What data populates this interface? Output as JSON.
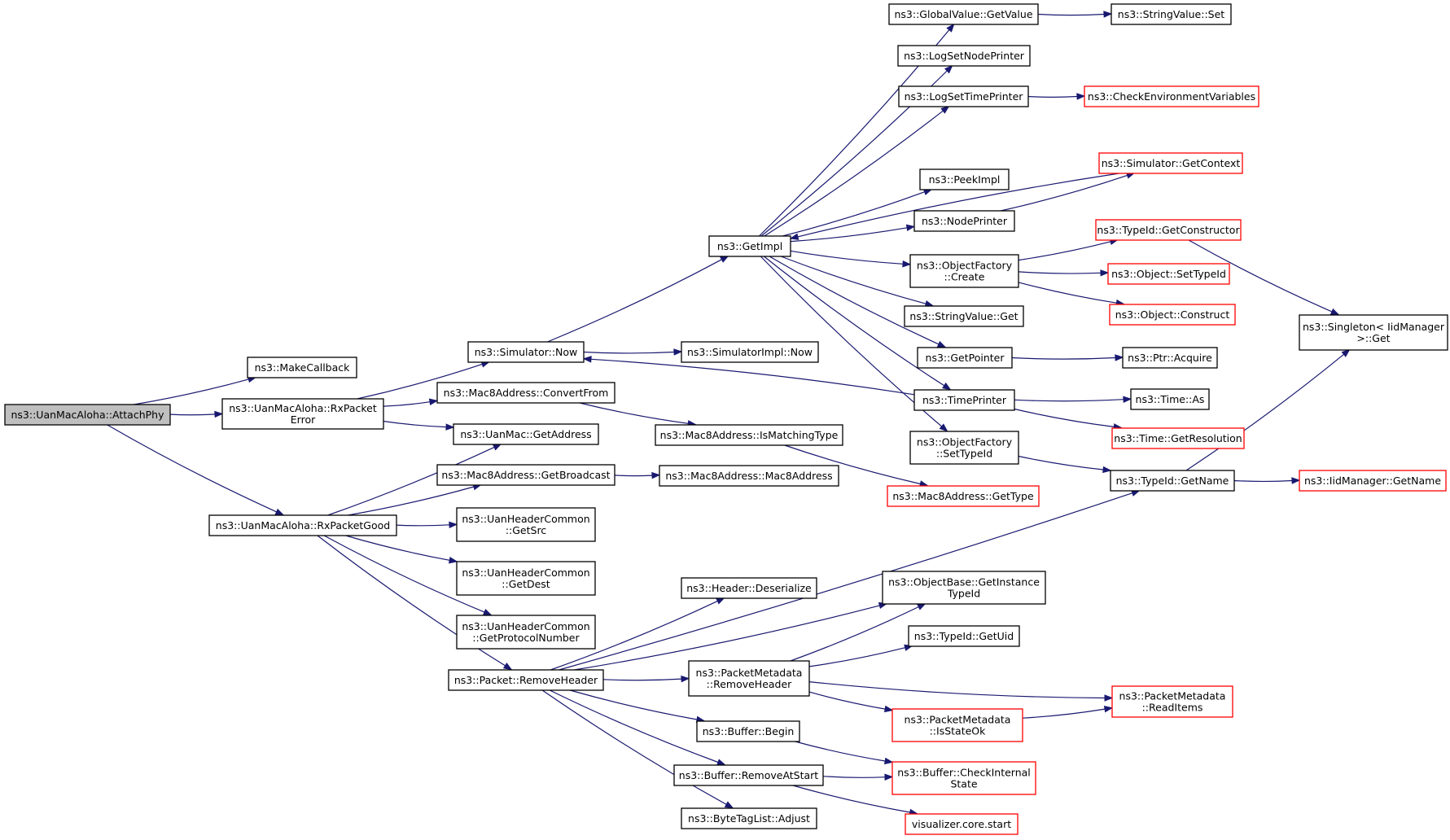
{
  "colors": {
    "edge": "#191970",
    "node_border": "#000000",
    "node_border_truncated": "#ff0000",
    "root_fill": "#bfbfbf",
    "node_fill": "#ffffff"
  },
  "nodes": [
    {
      "id": "root",
      "lines": [
        "ns3::UanMacAloha::AttachPhy"
      ],
      "style": "root"
    },
    {
      "id": "makecb",
      "lines": [
        "ns3::MakeCallback"
      ],
      "style": "normal"
    },
    {
      "id": "rxerr",
      "lines": [
        "ns3::UanMacAloha::RxPacket",
        "Error"
      ],
      "style": "normal"
    },
    {
      "id": "rxgood",
      "lines": [
        "ns3::UanMacAloha::RxPacketGood"
      ],
      "style": "normal"
    },
    {
      "id": "simnow",
      "lines": [
        "ns3::Simulator::Now"
      ],
      "style": "normal"
    },
    {
      "id": "convfrom",
      "lines": [
        "ns3::Mac8Address::ConvertFrom"
      ],
      "style": "normal"
    },
    {
      "id": "uangetaddr",
      "lines": [
        "ns3::UanMac::GetAddress"
      ],
      "style": "normal"
    },
    {
      "id": "getbcast",
      "lines": [
        "ns3::Mac8Address::GetBroadcast"
      ],
      "style": "normal"
    },
    {
      "id": "getsrc",
      "lines": [
        "ns3::UanHeaderCommon",
        "::GetSrc"
      ],
      "style": "normal"
    },
    {
      "id": "getdest",
      "lines": [
        "ns3::UanHeaderCommon",
        "::GetDest"
      ],
      "style": "normal"
    },
    {
      "id": "getproto",
      "lines": [
        "ns3::UanHeaderCommon",
        "::GetProtocolNumber"
      ],
      "style": "normal"
    },
    {
      "id": "removehdr",
      "lines": [
        "ns3::Packet::RemoveHeader"
      ],
      "style": "normal"
    },
    {
      "id": "getimpl",
      "lines": [
        "ns3::GetImpl"
      ],
      "style": "normal"
    },
    {
      "id": "simimplnow",
      "lines": [
        "ns3::SimulatorImpl::Now"
      ],
      "style": "normal"
    },
    {
      "id": "ismatch",
      "lines": [
        "ns3::Mac8Address::IsMatchingType"
      ],
      "style": "normal"
    },
    {
      "id": "mac8ctor",
      "lines": [
        "ns3::Mac8Address::Mac8Address"
      ],
      "style": "normal"
    },
    {
      "id": "mac8gettype",
      "lines": [
        "ns3::Mac8Address::GetType"
      ],
      "style": "truncated"
    },
    {
      "id": "hdrdeser",
      "lines": [
        "ns3::Header::Deserialize"
      ],
      "style": "normal"
    },
    {
      "id": "pmremove",
      "lines": [
        "ns3::PacketMetadata",
        "::RemoveHeader"
      ],
      "style": "normal"
    },
    {
      "id": "bufbegin",
      "lines": [
        "ns3::Buffer::Begin"
      ],
      "style": "normal"
    },
    {
      "id": "bufremstart",
      "lines": [
        "ns3::Buffer::RemoveAtStart"
      ],
      "style": "normal"
    },
    {
      "id": "btladjust",
      "lines": [
        "ns3::ByteTagList::Adjust"
      ],
      "style": "normal"
    },
    {
      "id": "gvgetvalue",
      "lines": [
        "ns3::GlobalValue::GetValue"
      ],
      "style": "normal"
    },
    {
      "id": "logsetnode",
      "lines": [
        "ns3::LogSetNodePrinter"
      ],
      "style": "normal"
    },
    {
      "id": "logsettime",
      "lines": [
        "ns3::LogSetTimePrinter"
      ],
      "style": "normal"
    },
    {
      "id": "peekimpl",
      "lines": [
        "ns3::PeekImpl"
      ],
      "style": "normal"
    },
    {
      "id": "nodeprinter",
      "lines": [
        "ns3::NodePrinter"
      ],
      "style": "normal"
    },
    {
      "id": "ofcreate",
      "lines": [
        "ns3::ObjectFactory",
        "::Create"
      ],
      "style": "normal"
    },
    {
      "id": "svget",
      "lines": [
        "ns3::StringValue::Get"
      ],
      "style": "normal"
    },
    {
      "id": "getpointer",
      "lines": [
        "ns3::GetPointer"
      ],
      "style": "normal"
    },
    {
      "id": "timeprinter",
      "lines": [
        "ns3::TimePrinter"
      ],
      "style": "normal"
    },
    {
      "id": "ofsettype",
      "lines": [
        "ns3::ObjectFactory",
        "::SetTypeId"
      ],
      "style": "normal"
    },
    {
      "id": "obgetinst",
      "lines": [
        "ns3::ObjectBase::GetInstance",
        "TypeId"
      ],
      "style": "normal"
    },
    {
      "id": "tidgetuid",
      "lines": [
        "ns3::TypeId::GetUid"
      ],
      "style": "normal"
    },
    {
      "id": "pmisok",
      "lines": [
        "ns3::PacketMetadata",
        "::IsStateOk"
      ],
      "style": "truncated"
    },
    {
      "id": "bufcheck",
      "lines": [
        "ns3::Buffer::CheckInternal",
        "State"
      ],
      "style": "truncated"
    },
    {
      "id": "vizstart",
      "lines": [
        "visualizer.core.start"
      ],
      "style": "truncated"
    },
    {
      "id": "svset",
      "lines": [
        "ns3::StringValue::Set"
      ],
      "style": "normal"
    },
    {
      "id": "checkenv",
      "lines": [
        "ns3::CheckEnvironmentVariables"
      ],
      "style": "truncated"
    },
    {
      "id": "simgetctx",
      "lines": [
        "ns3::Simulator::GetContext"
      ],
      "style": "truncated"
    },
    {
      "id": "tidgetctor",
      "lines": [
        "ns3::TypeId::GetConstructor"
      ],
      "style": "truncated"
    },
    {
      "id": "objsettype",
      "lines": [
        "ns3::Object::SetTypeId"
      ],
      "style": "truncated"
    },
    {
      "id": "objconstruct",
      "lines": [
        "ns3::Object::Construct"
      ],
      "style": "truncated"
    },
    {
      "id": "ptracquire",
      "lines": [
        "ns3::Ptr::Acquire"
      ],
      "style": "normal"
    },
    {
      "id": "timeas",
      "lines": [
        "ns3::Time::As"
      ],
      "style": "normal"
    },
    {
      "id": "timegetres",
      "lines": [
        "ns3::Time::GetResolution"
      ],
      "style": "truncated"
    },
    {
      "id": "tidgetname",
      "lines": [
        "ns3::TypeId::GetName"
      ],
      "style": "normal"
    },
    {
      "id": "pmreaditems",
      "lines": [
        "ns3::PacketMetadata",
        "::ReadItems"
      ],
      "style": "truncated"
    },
    {
      "id": "singleton",
      "lines": [
        "ns3::Singleton< IidManager",
        ">::Get"
      ],
      "style": "normal"
    },
    {
      "id": "iidgetname",
      "lines": [
        "ns3::IidManager::GetName"
      ],
      "style": "truncated"
    }
  ],
  "edges": [
    [
      "root",
      "makecb"
    ],
    [
      "root",
      "rxerr"
    ],
    [
      "root",
      "rxgood"
    ],
    [
      "rxerr",
      "simnow"
    ],
    [
      "rxerr",
      "convfrom"
    ],
    [
      "rxerr",
      "uangetaddr"
    ],
    [
      "rxgood",
      "uangetaddr"
    ],
    [
      "rxgood",
      "getbcast"
    ],
    [
      "rxgood",
      "getsrc"
    ],
    [
      "rxgood",
      "getdest"
    ],
    [
      "rxgood",
      "getproto"
    ],
    [
      "rxgood",
      "removehdr"
    ],
    [
      "simnow",
      "getimpl"
    ],
    [
      "simnow",
      "simimplnow"
    ],
    [
      "convfrom",
      "ismatch"
    ],
    [
      "ismatch",
      "mac8gettype"
    ],
    [
      "getbcast",
      "mac8ctor"
    ],
    [
      "removehdr",
      "tidgetname"
    ],
    [
      "removehdr",
      "hdrdeser"
    ],
    [
      "removehdr",
      "obgetinst"
    ],
    [
      "removehdr",
      "pmremove"
    ],
    [
      "removehdr",
      "bufbegin"
    ],
    [
      "removehdr",
      "bufremstart"
    ],
    [
      "removehdr",
      "btladjust"
    ],
    [
      "getimpl",
      "gvgetvalue"
    ],
    [
      "getimpl",
      "logsetnode"
    ],
    [
      "getimpl",
      "logsettime"
    ],
    [
      "getimpl",
      "peekimpl"
    ],
    [
      "getimpl",
      "nodeprinter"
    ],
    [
      "getimpl",
      "ofcreate"
    ],
    [
      "getimpl",
      "svget"
    ],
    [
      "getimpl",
      "getpointer"
    ],
    [
      "getimpl",
      "timeprinter"
    ],
    [
      "getimpl",
      "ofsettype"
    ],
    [
      "simgetctx",
      "getimpl"
    ],
    [
      "timeprinter",
      "simnow"
    ],
    [
      "gvgetvalue",
      "svset"
    ],
    [
      "logsettime",
      "checkenv"
    ],
    [
      "nodeprinter",
      "simgetctx"
    ],
    [
      "ofcreate",
      "tidgetctor"
    ],
    [
      "ofcreate",
      "objsettype"
    ],
    [
      "ofcreate",
      "objconstruct"
    ],
    [
      "getpointer",
      "ptracquire"
    ],
    [
      "timeprinter",
      "timeas"
    ],
    [
      "timeprinter",
      "timegetres"
    ],
    [
      "ofsettype",
      "tidgetname"
    ],
    [
      "tidgetctor",
      "singleton"
    ],
    [
      "tidgetname",
      "singleton"
    ],
    [
      "tidgetname",
      "iidgetname"
    ],
    [
      "pmremove",
      "obgetinst"
    ],
    [
      "pmremove",
      "tidgetuid"
    ],
    [
      "pmremove",
      "pmisok"
    ],
    [
      "pmremove",
      "pmreaditems"
    ],
    [
      "pmisok",
      "pmreaditems"
    ],
    [
      "bufbegin",
      "bufcheck"
    ],
    [
      "bufremstart",
      "bufcheck"
    ],
    [
      "bufremstart",
      "vizstart"
    ]
  ]
}
